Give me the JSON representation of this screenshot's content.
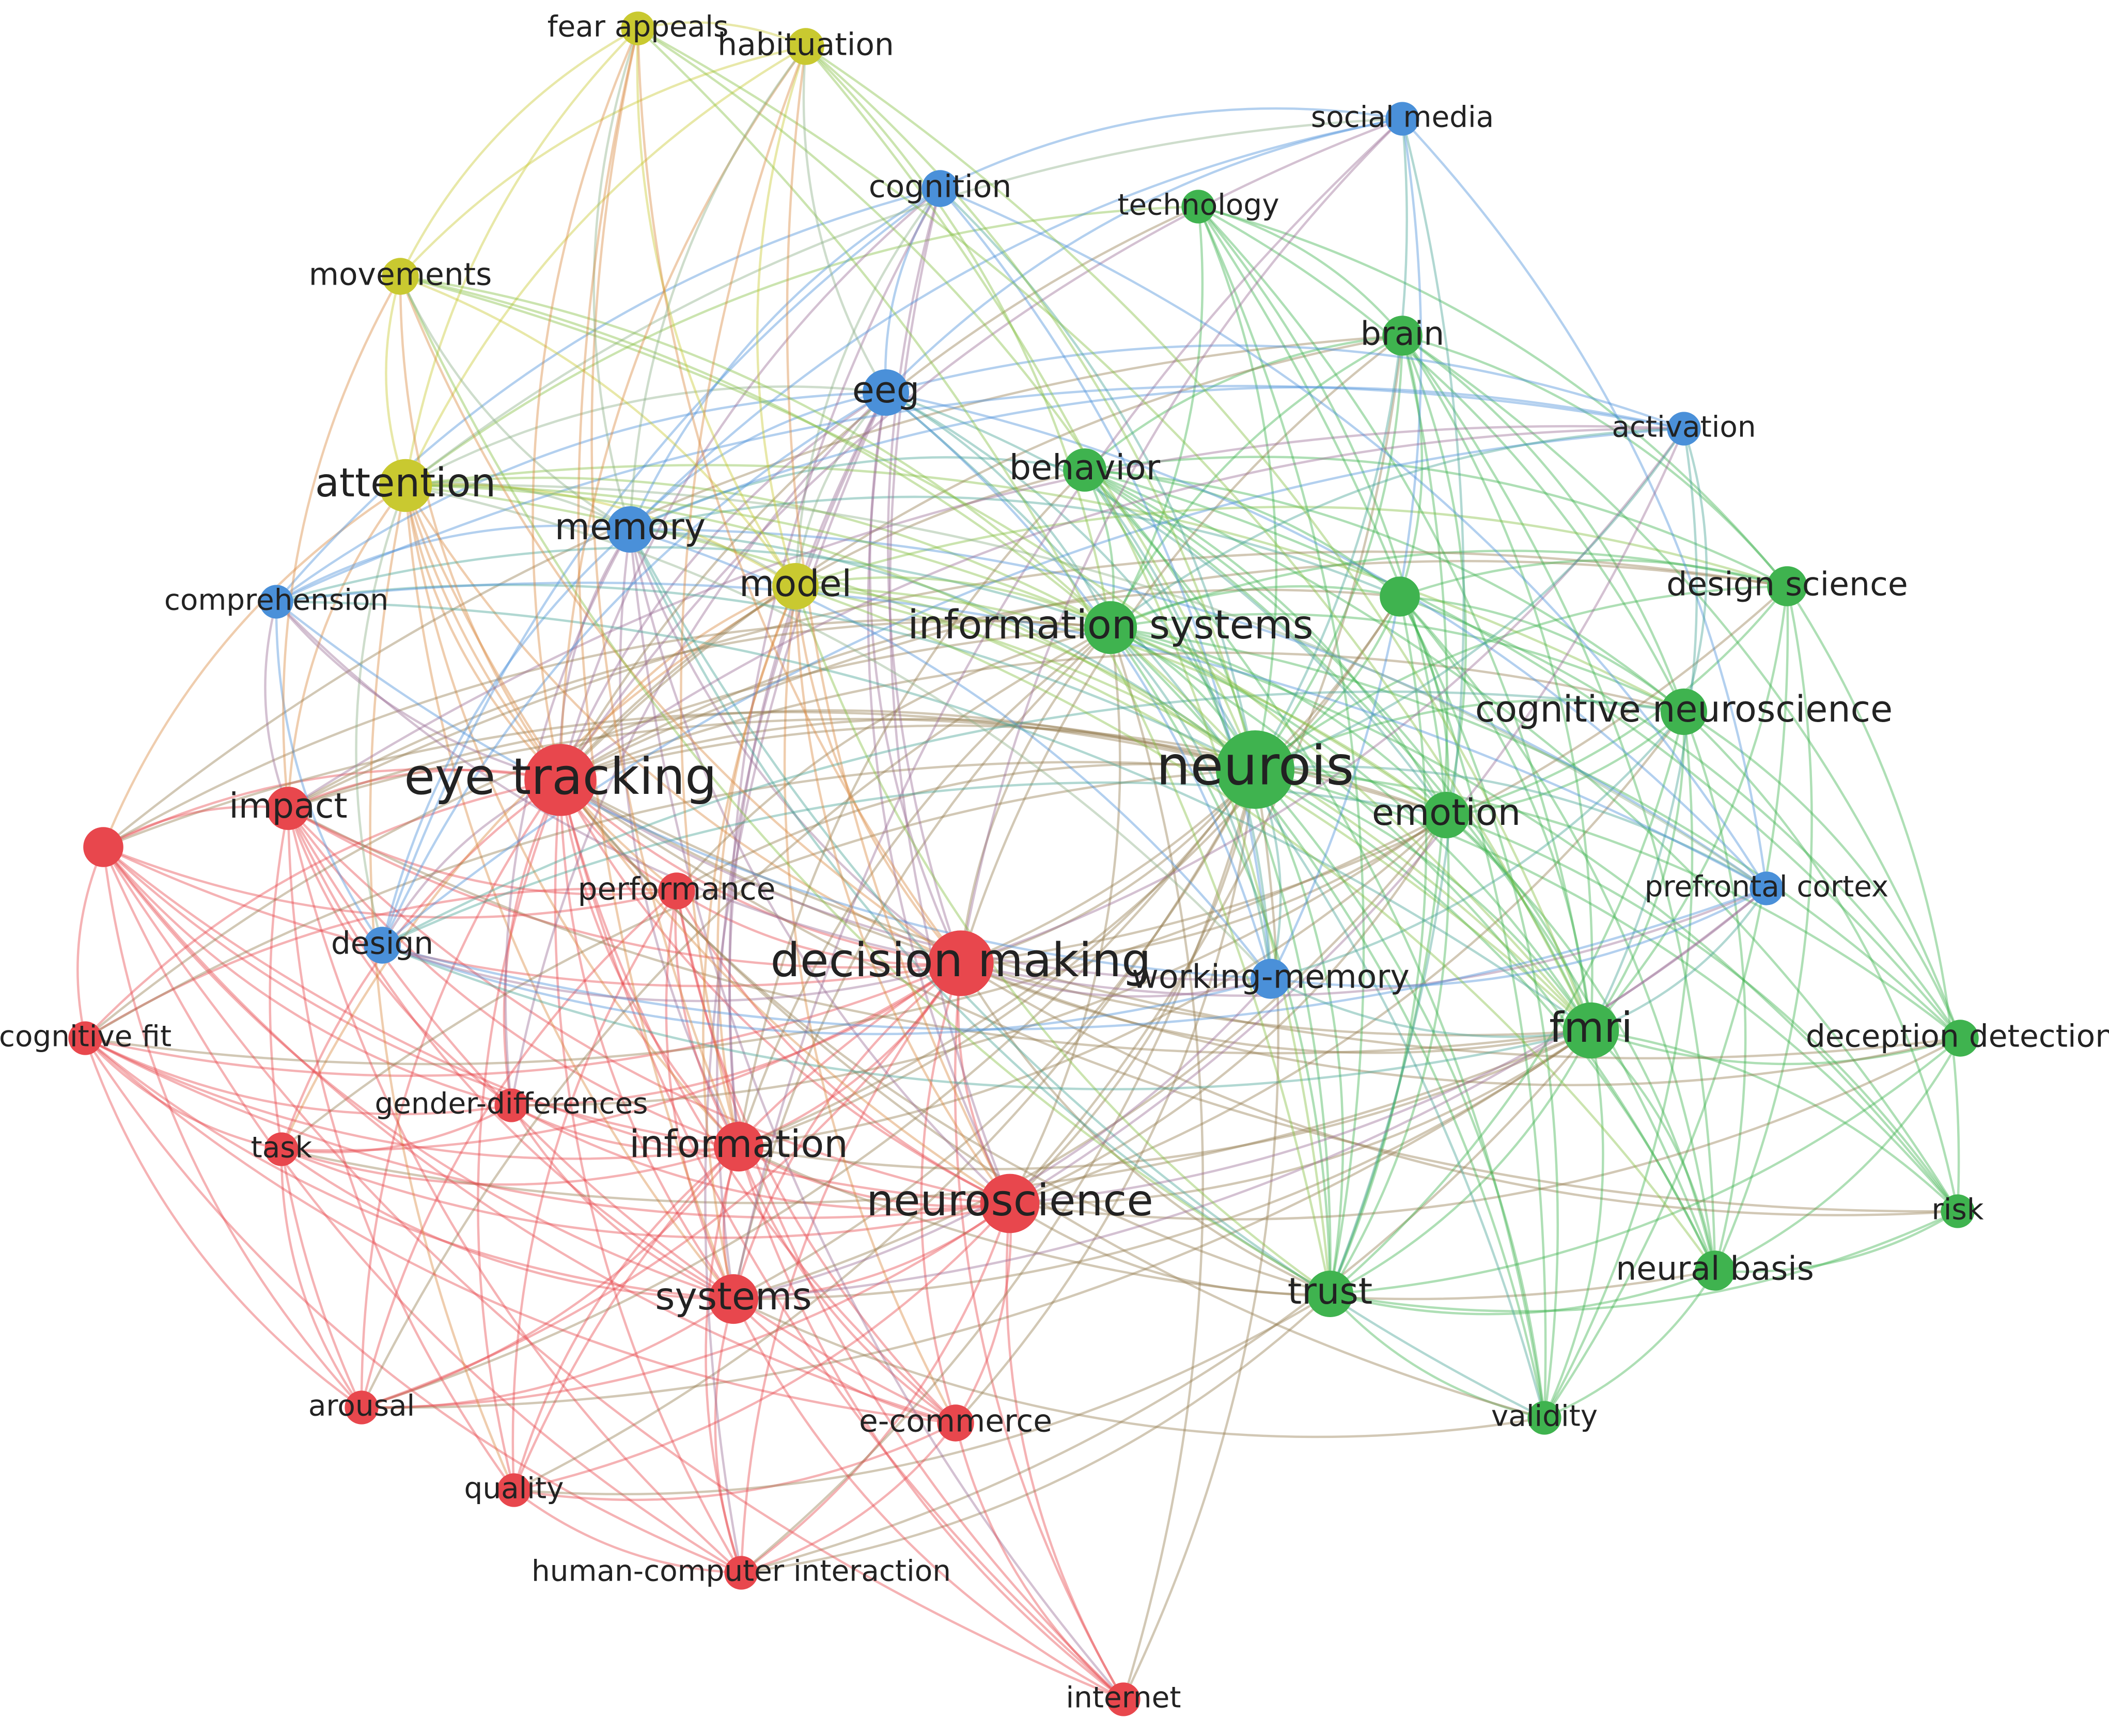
{
  "network": {
    "cluster_colors": {
      "red": "#e8474d",
      "green": "#3fb34f",
      "blue": "#4a90d9",
      "yellow": "#c9c930"
    },
    "nodes": [
      {
        "id": "neurois",
        "label": "neurois",
        "cluster": "green",
        "weight": 10
      },
      {
        "id": "eye-tracking",
        "label": "eye tracking",
        "cluster": "red",
        "weight": 9
      },
      {
        "id": "decision-making",
        "label": "decision making",
        "cluster": "red",
        "weight": 8
      },
      {
        "id": "neuroscience",
        "label": "neuroscience",
        "cluster": "red",
        "weight": 7
      },
      {
        "id": "information",
        "label": "information",
        "cluster": "red",
        "weight": 5.5
      },
      {
        "id": "systems",
        "label": "systems",
        "cluster": "red",
        "weight": 5.5
      },
      {
        "id": "impact",
        "label": "impact",
        "cluster": "red",
        "weight": 4.5
      },
      {
        "id": "performance",
        "label": "performance",
        "cluster": "red",
        "weight": 3.5
      },
      {
        "id": "gender-differences",
        "label": "gender-differences",
        "cluster": "red",
        "weight": 3
      },
      {
        "id": "task",
        "label": "task",
        "cluster": "red",
        "weight": 3
      },
      {
        "id": "cognitive-fit",
        "label": "cognitive fit",
        "cluster": "red",
        "weight": 3
      },
      {
        "id": "unlabeled-red",
        "label": "",
        "cluster": "red",
        "weight": 4
      },
      {
        "id": "arousal",
        "label": "arousal",
        "cluster": "red",
        "weight": 3
      },
      {
        "id": "quality",
        "label": "quality",
        "cluster": "red",
        "weight": 3
      },
      {
        "id": "e-commerce",
        "label": "e-commerce",
        "cluster": "red",
        "weight": 3.5
      },
      {
        "id": "human-computer-interaction",
        "label": "human-computer interaction",
        "cluster": "red",
        "weight": 3
      },
      {
        "id": "internet",
        "label": "internet",
        "cluster": "red",
        "weight": 3
      },
      {
        "id": "information-systems",
        "label": "information systems",
        "cluster": "green",
        "weight": 6
      },
      {
        "id": "cognitive-neuroscience",
        "label": "cognitive neuroscience",
        "cluster": "green",
        "weight": 5
      },
      {
        "id": "emotion",
        "label": "emotion",
        "cluster": "green",
        "weight": 5
      },
      {
        "id": "fmri",
        "label": "fmri",
        "cluster": "green",
        "weight": 6.5
      },
      {
        "id": "trust",
        "label": "trust",
        "cluster": "green",
        "weight": 5
      },
      {
        "id": "neural-basis",
        "label": "neural basis",
        "cluster": "green",
        "weight": 4
      },
      {
        "id": "behavior",
        "label": "behavior",
        "cluster": "green",
        "weight": 4.5
      },
      {
        "id": "brain",
        "label": "brain",
        "cluster": "green",
        "weight": 4
      },
      {
        "id": "design-science",
        "label": "design science",
        "cluster": "green",
        "weight": 4
      },
      {
        "id": "deception-detection",
        "label": "deception detection",
        "cluster": "green",
        "weight": 3.5
      },
      {
        "id": "risk",
        "label": "risk",
        "cluster": "green",
        "weight": 3
      },
      {
        "id": "validity",
        "label": "validity",
        "cluster": "green",
        "weight": 3
      },
      {
        "id": "technology",
        "label": "technology",
        "cluster": "green",
        "weight": 3
      },
      {
        "id": "unlabeled-green",
        "label": "",
        "cluster": "green",
        "weight": 4
      },
      {
        "id": "eeg",
        "label": "eeg",
        "cluster": "blue",
        "weight": 5
      },
      {
        "id": "memory",
        "label": "memory",
        "cluster": "blue",
        "weight": 5
      },
      {
        "id": "cognition",
        "label": "cognition",
        "cluster": "blue",
        "weight": 3.5
      },
      {
        "id": "social-media",
        "label": "social media",
        "cluster": "blue",
        "weight": 3
      },
      {
        "id": "activation",
        "label": "activation",
        "cluster": "blue",
        "weight": 3
      },
      {
        "id": "prefrontal-cortex",
        "label": "prefrontal cortex",
        "cluster": "blue",
        "weight": 3
      },
      {
        "id": "working-memory",
        "label": "working-memory",
        "cluster": "blue",
        "weight": 4
      },
      {
        "id": "design",
        "label": "design",
        "cluster": "blue",
        "weight": 3.5
      },
      {
        "id": "comprehension",
        "label": "comprehension",
        "cluster": "blue",
        "weight": 3
      },
      {
        "id": "attention",
        "label": "attention",
        "cluster": "yellow",
        "weight": 6
      },
      {
        "id": "model",
        "label": "model",
        "cluster": "yellow",
        "weight": 5
      },
      {
        "id": "movements",
        "label": "movements",
        "cluster": "yellow",
        "weight": 3.5
      },
      {
        "id": "fear-appeals",
        "label": "fear appeals",
        "cluster": "yellow",
        "weight": 3
      },
      {
        "id": "habituation",
        "label": "habituation",
        "cluster": "yellow",
        "weight": 3.5
      }
    ]
  }
}
